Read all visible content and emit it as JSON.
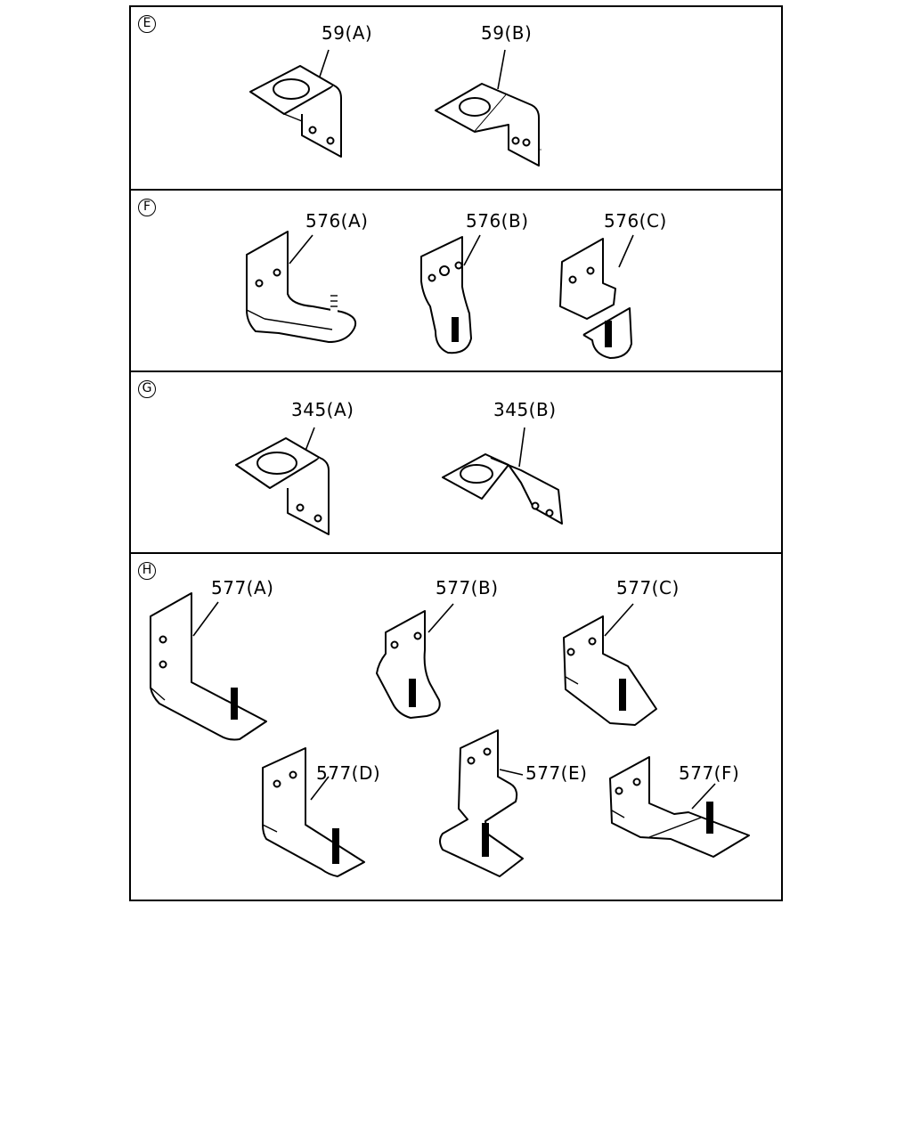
{
  "sections": [
    {
      "letter": "E",
      "parts": [
        "59(A)",
        "59(B)"
      ]
    },
    {
      "letter": "F",
      "parts": [
        "576(A)",
        "576(B)",
        "576(C)"
      ]
    },
    {
      "letter": "G",
      "parts": [
        "345(A)",
        "345(B)"
      ]
    },
    {
      "letter": "H",
      "parts": [
        "577(A)",
        "577(B)",
        "577(C)",
        "577(D)",
        "577(E)",
        "577(F)"
      ]
    }
  ]
}
